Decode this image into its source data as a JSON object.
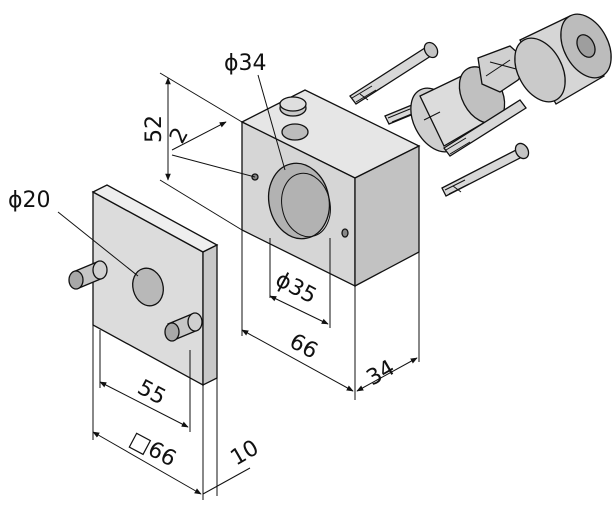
{
  "labels": {
    "bore_large": "ϕ34",
    "bore_inner": "ϕ35",
    "plate_bore": "ϕ20",
    "height": "52",
    "offset": "2",
    "block_width": "66",
    "block_depth": "34",
    "hole_spacing": "55",
    "plate_size": "□66",
    "plate_thickness": "10"
  },
  "colors": {
    "light": "#e2e2e2",
    "mid": "#cfcfcf",
    "dark": "#b5b5b5",
    "line": "#111111"
  }
}
